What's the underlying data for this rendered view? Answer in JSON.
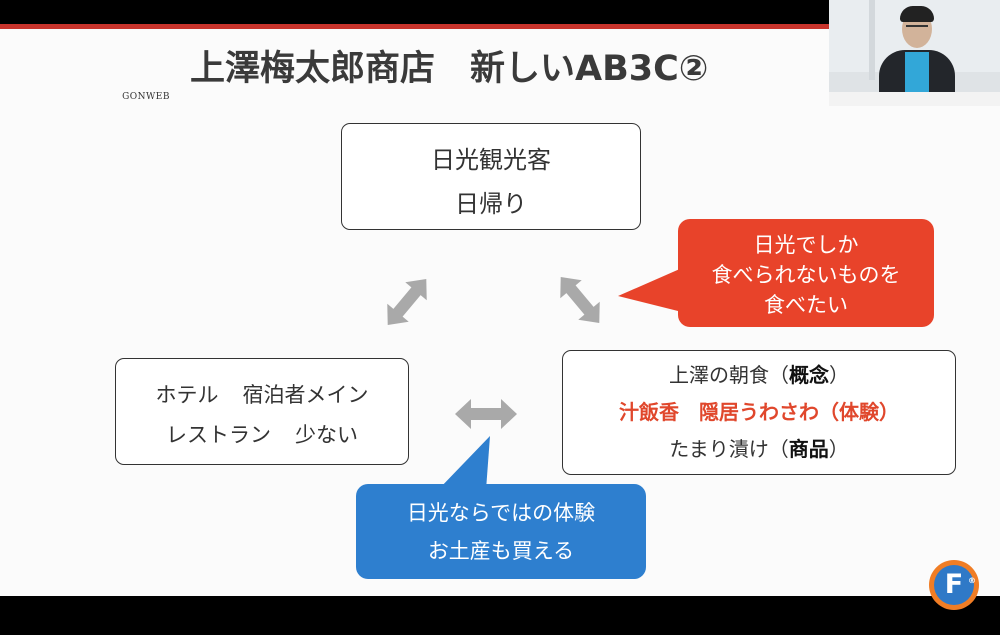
{
  "slide": {
    "title": "上澤梅太郎商店　新しいAB3C②",
    "box_top": {
      "line1": "日光観光客",
      "line2": "日帰り"
    },
    "box_left": {
      "line1a": "ホテル",
      "line1b": "宿泊者メイン",
      "line2a": "レストラン",
      "line2b": "少ない"
    },
    "box_right": {
      "line1_text": "上澤の朝食（",
      "line1_bold": "概念",
      "line1_end": "）",
      "line2_red": "汁飯香　隠居うわさわ（体験）",
      "line3_text": "たまり漬け（",
      "line3_bold": "商品",
      "line3_end": "）"
    },
    "callout_red": {
      "line1": "日光でしか",
      "line2": "食べられないものを",
      "line3": "食べたい"
    },
    "callout_blue": {
      "line1": "日光ならではの体験",
      "line2": "お土産も買える"
    }
  },
  "webcam": {
    "watermark": "GONWEB"
  },
  "logo": {
    "letter": "F",
    "mark": "®",
    "name": "f-logo-icon"
  },
  "colors": {
    "accent_red": "#e8432a",
    "accent_blue": "#2e7fcf",
    "title_bar_red": "#c8342c",
    "arrow_gray": "#a9a9a9"
  }
}
